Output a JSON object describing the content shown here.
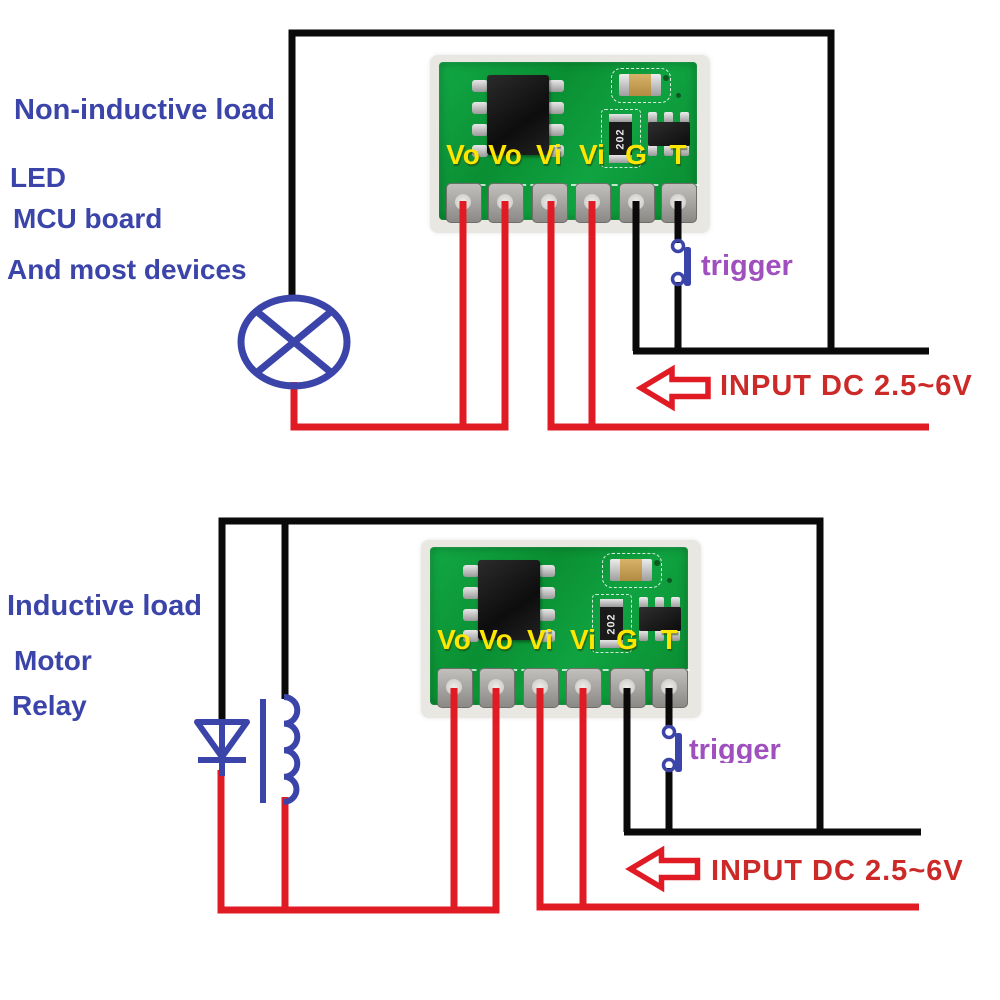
{
  "colors": {
    "blue": "#3B44A9",
    "purple": "#A04FBF",
    "red_wire": "#E01B24",
    "red_text": "#CC2A28",
    "black": "#0A0A0A",
    "pcb_green": "#0E9C3C",
    "pin_yellow": "#FFE600"
  },
  "module": {
    "pins": [
      "Vo",
      "Vo",
      "Vi",
      "Vi",
      "G",
      "T"
    ],
    "resistor_label": "202"
  },
  "top": {
    "title": "Non-inductive load",
    "load_items": [
      "LED",
      "MCU board",
      "And most devices"
    ],
    "trigger": "trigger",
    "input": "INPUT DC 2.5~6V"
  },
  "bottom": {
    "title": "Inductive load",
    "load_items": [
      "Motor",
      "Relay"
    ],
    "trigger": "trigger",
    "input": "INPUT DC 2.5~6V"
  }
}
